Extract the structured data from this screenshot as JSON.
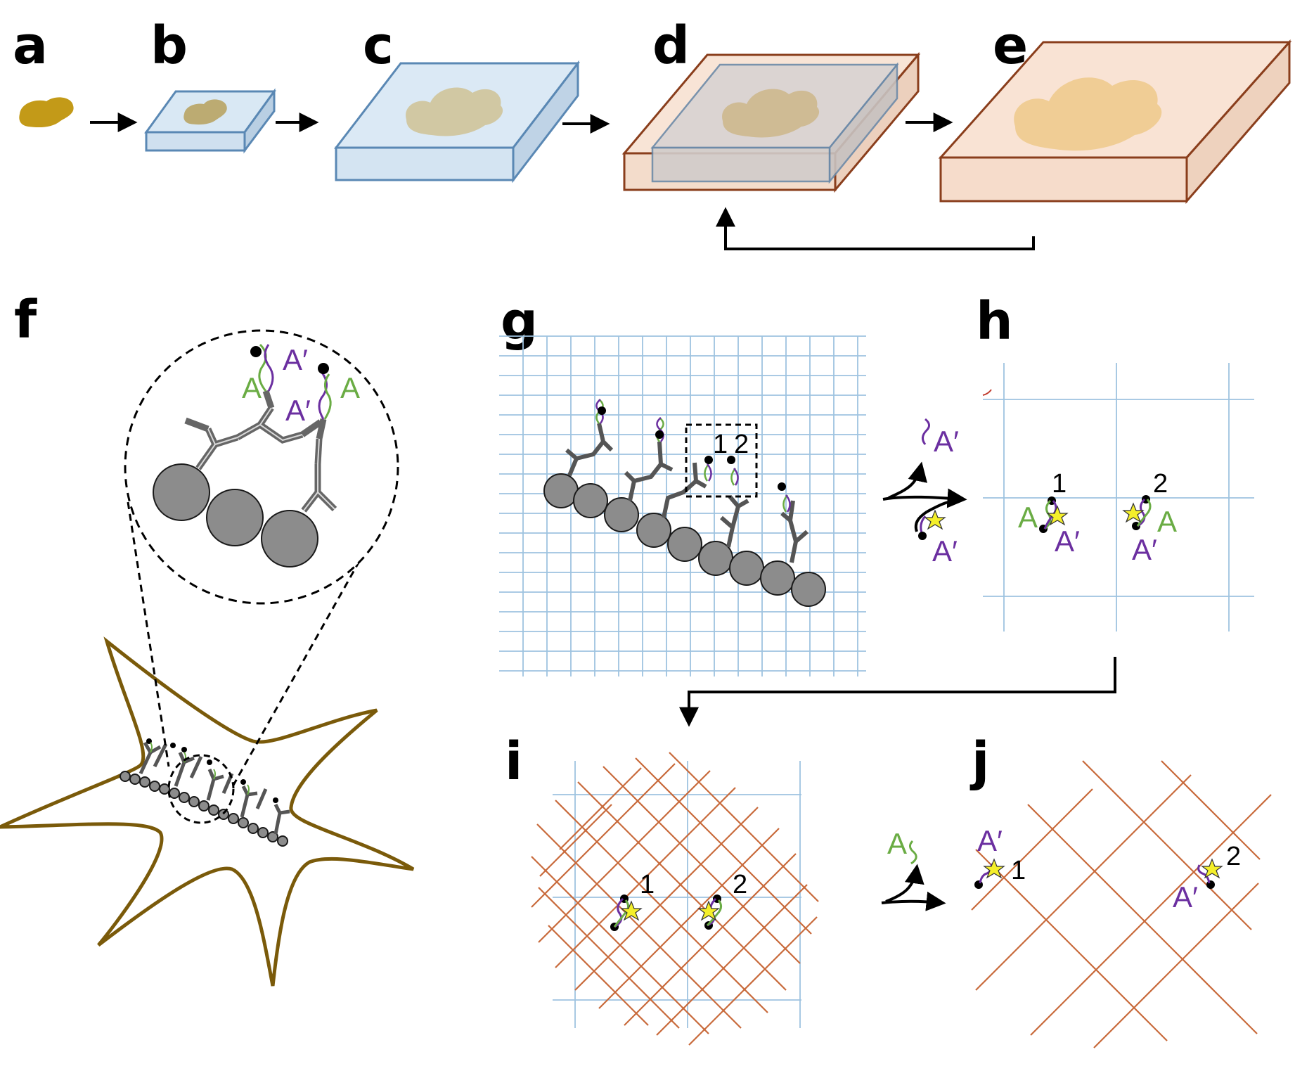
{
  "panel_letters": [
    "a",
    "b",
    "c",
    "d",
    "e",
    "f",
    "g",
    "h",
    "i",
    "j"
  ],
  "labels": {
    "A": "A",
    "A_prime": "A′",
    "one": "1",
    "two": "2"
  },
  "colors": {
    "tissue": "#c39a18",
    "gel_blue_fill": "#d9e8f4",
    "gel_blue_edge": "#5a88b4",
    "gel_orange_fill": "#f8e4d6",
    "gel_orange_edge": "#8a3e1c",
    "grid_blue": "#9ec3e0",
    "grid_orange": "#c8693a",
    "strand_A": "#6aac44",
    "strand_A_prime": "#6b2fa0",
    "cell_outline": "#7a5a0a",
    "fluorophore": "#f4ef2a"
  },
  "icons": [
    "star-fluorophore-icon",
    "arrow-icon"
  ]
}
